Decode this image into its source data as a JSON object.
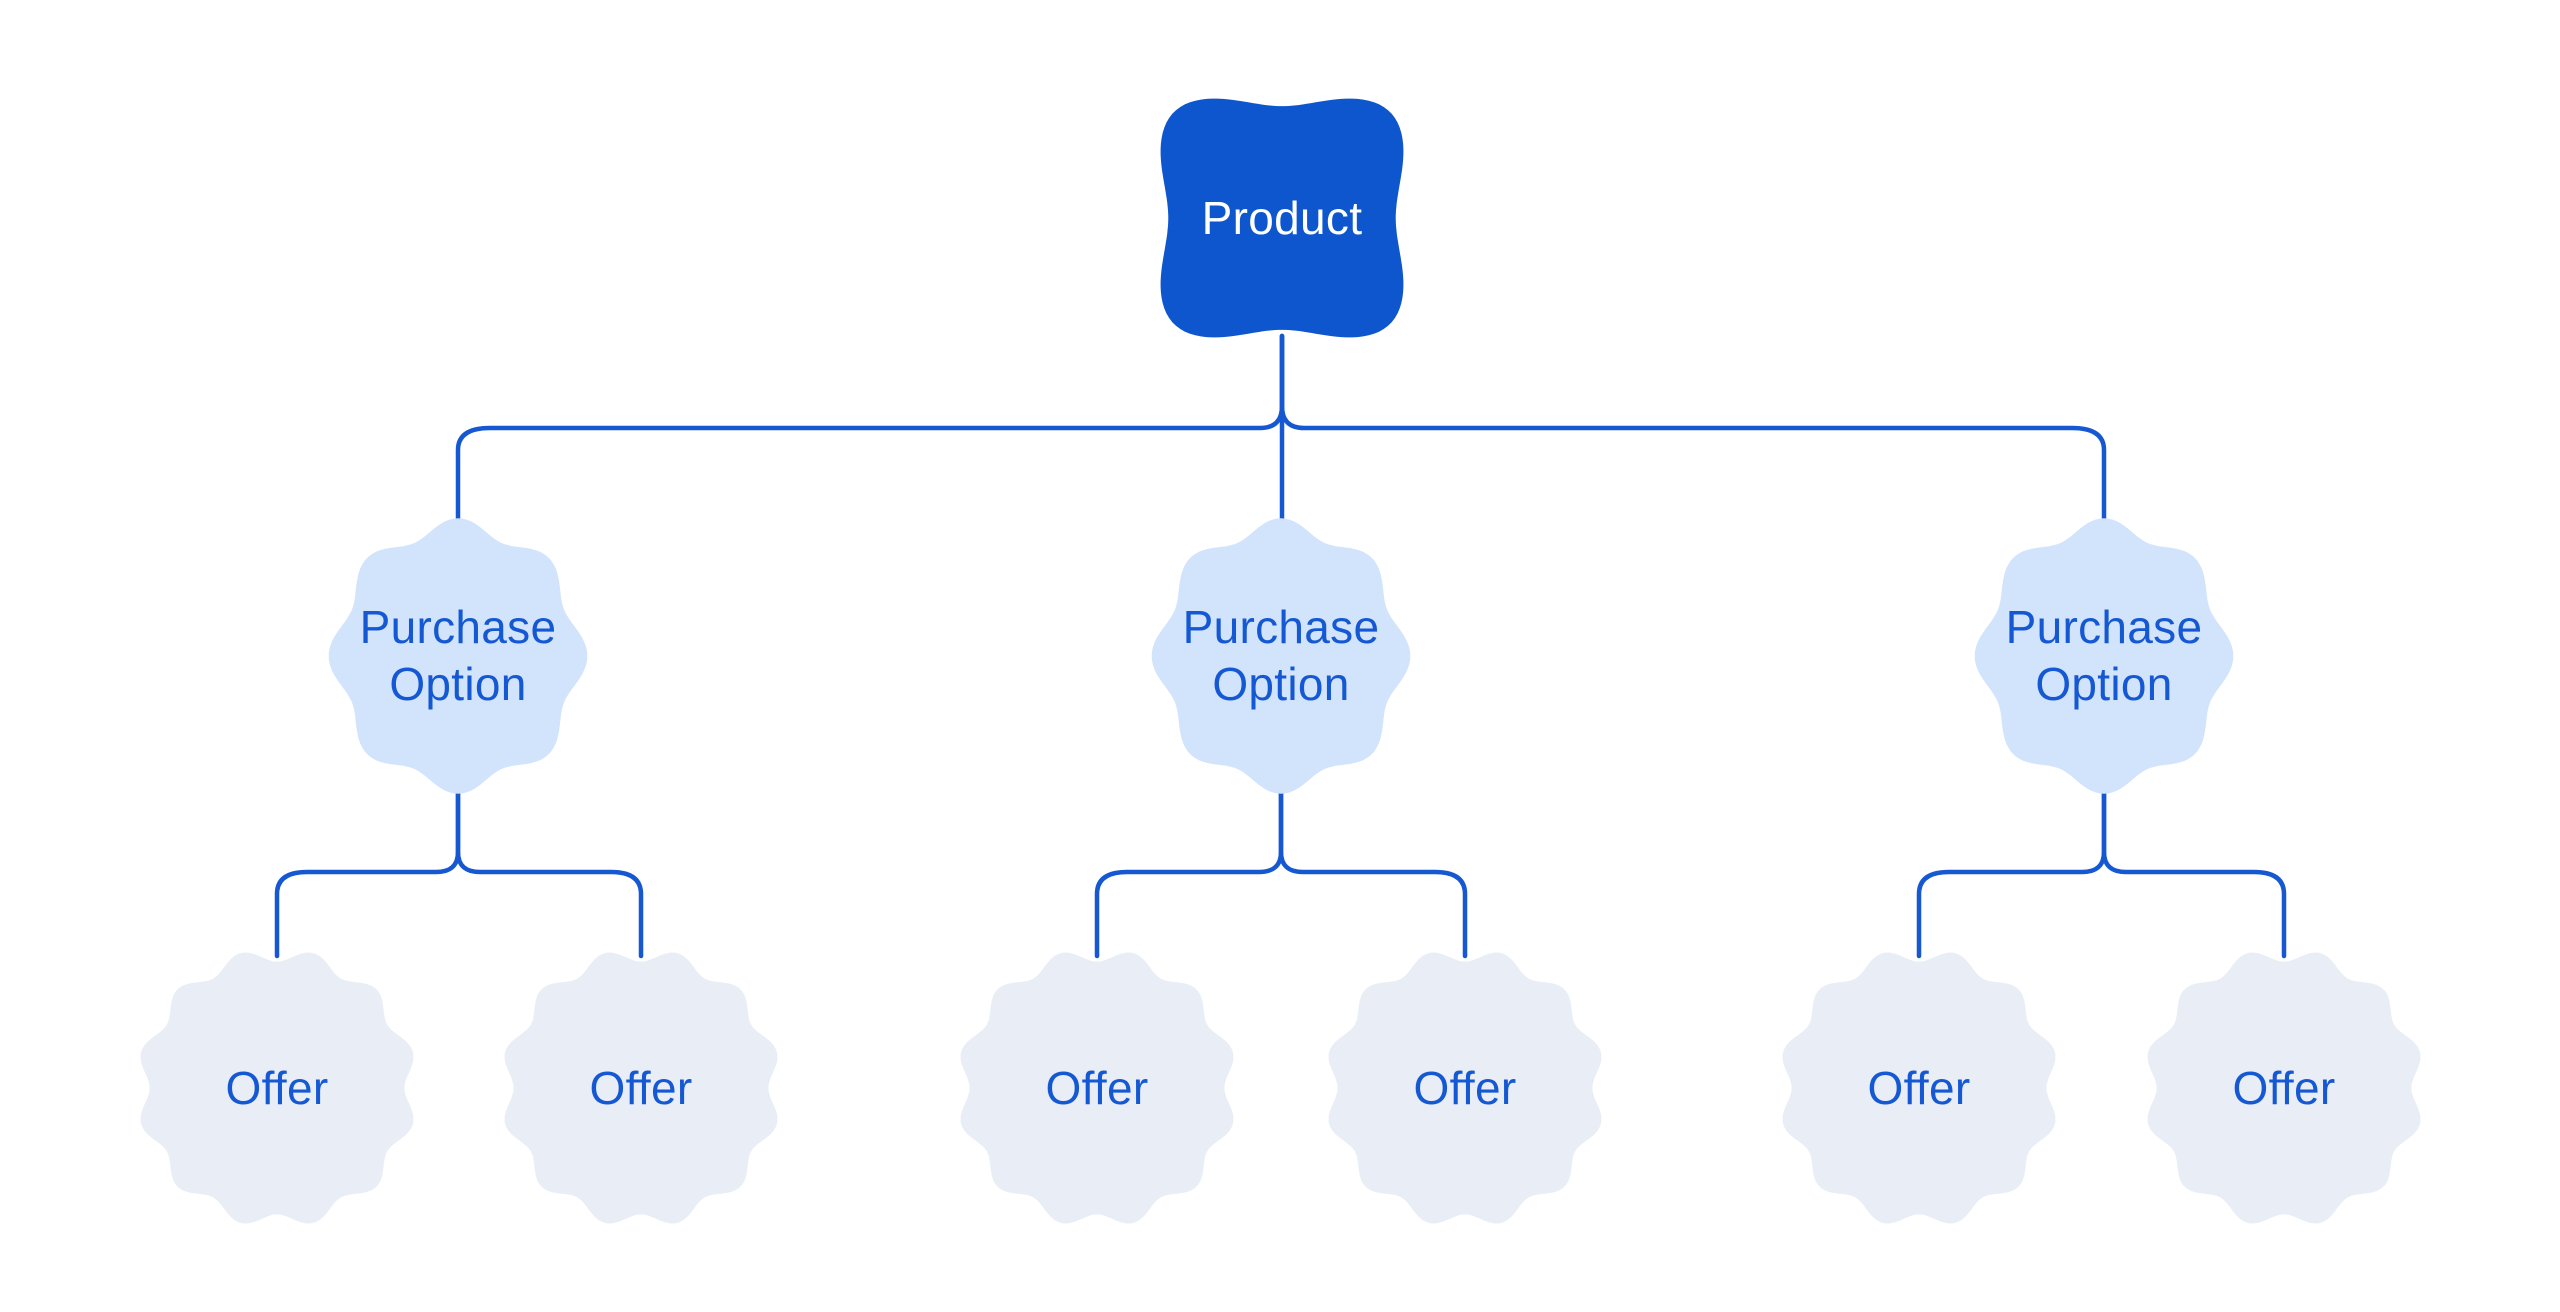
{
  "diagram": {
    "colors": {
      "background": "#ffffff",
      "product_fill": "#0d56ce",
      "product_text": "#ffffff",
      "purchase_option_fill": "#d2e3fc",
      "offer_fill": "#e8edf6",
      "node_text": "#1558d3",
      "connector": "#1658d2"
    },
    "root": {
      "label": "Product"
    },
    "branches": [
      {
        "label": "Purchase Option",
        "label_lines": [
          "Purchase",
          "Option"
        ],
        "children": [
          {
            "label": "Offer"
          },
          {
            "label": "Offer"
          }
        ]
      },
      {
        "label": "Purchase Option",
        "label_lines": [
          "Purchase",
          "Option"
        ],
        "children": [
          {
            "label": "Offer"
          },
          {
            "label": "Offer"
          }
        ]
      },
      {
        "label": "Purchase Option",
        "label_lines": [
          "Purchase",
          "Option"
        ],
        "children": [
          {
            "label": "Offer"
          },
          {
            "label": "Offer"
          }
        ]
      }
    ]
  }
}
